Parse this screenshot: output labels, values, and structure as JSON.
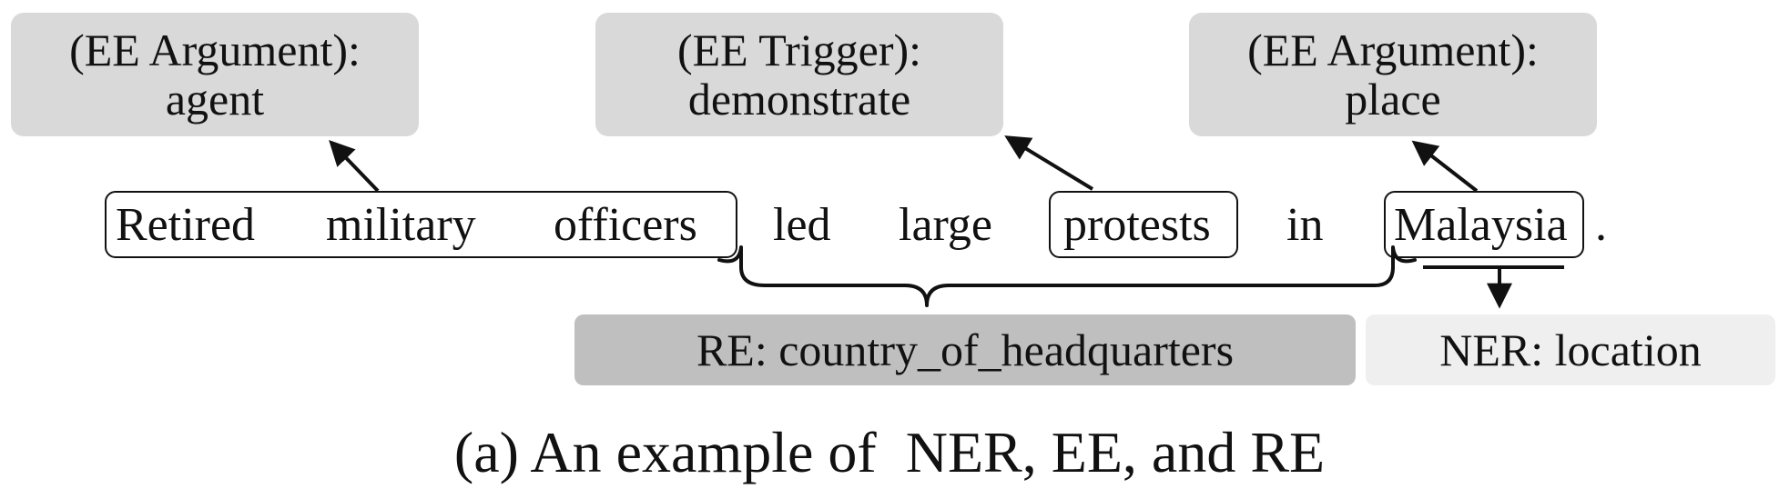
{
  "ee_boxes": {
    "agent": {
      "line1": "(EE Argument):",
      "line2": "agent"
    },
    "trigger": {
      "line1": "(EE Trigger):",
      "line2": "demonstrate"
    },
    "place": {
      "line1": "(EE Argument):",
      "line2": "place"
    }
  },
  "sentence": {
    "tokens": [
      "Retired",
      "military",
      "officers",
      "led",
      "large",
      "protests",
      "in",
      "Malaysia",
      "."
    ]
  },
  "re_label": "RE: country_of_headquarters",
  "ner_label": "NER: location",
  "caption": "(a) An example of  NER, EE, and RE",
  "colors": {
    "ee_box": "#d9d9d9",
    "re_box": "#bfbfbf",
    "ner_box": "#efefef",
    "lines": "#111111"
  }
}
